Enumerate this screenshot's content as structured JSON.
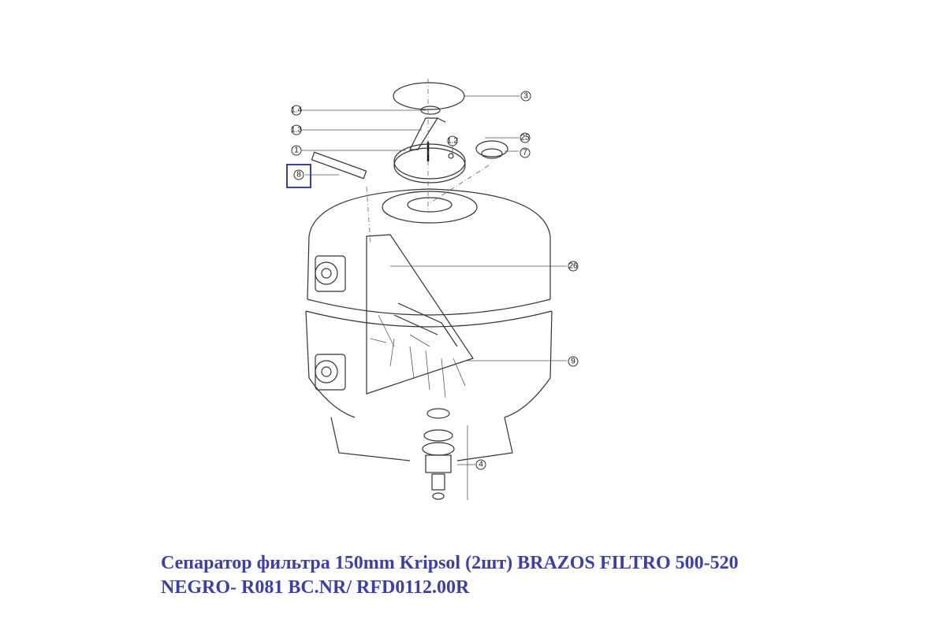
{
  "diagram": {
    "callouts": [
      {
        "id": "3",
        "label": "3"
      },
      {
        "id": "14",
        "label": "1.4"
      },
      {
        "id": "13",
        "label": "1.3"
      },
      {
        "id": "1",
        "label": "1"
      },
      {
        "id": "12",
        "label": "1.2"
      },
      {
        "id": "25",
        "label": "25"
      },
      {
        "id": "7",
        "label": "7"
      },
      {
        "id": "8",
        "label": "8"
      },
      {
        "id": "26",
        "label": "26"
      },
      {
        "id": "9",
        "label": "9"
      },
      {
        "id": "4",
        "label": "4"
      }
    ],
    "highlighted_part": "8",
    "highlight_color": "#3b3fae"
  },
  "caption": {
    "line1": "Сепаратор фильтра 150mm Kripsol (2шт) BRAZOS FILTRO 500-520",
    "line2": "NEGRO- R081 BC.NR/ RFD0112.00R",
    "color": "#3b3fae"
  }
}
